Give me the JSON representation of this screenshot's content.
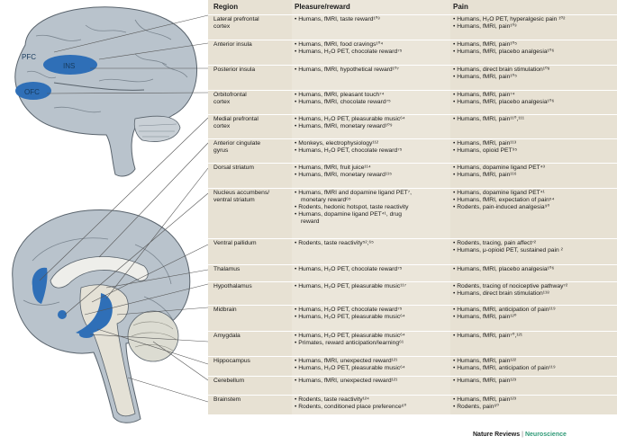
{
  "labels": {
    "pfc": "PFC",
    "ins": "INS",
    "ofc": "OFC"
  },
  "columns": [
    "Region",
    "Pleasure/reward",
    "Pain"
  ],
  "rows": [
    {
      "region": [
        "Lateral prefrontal",
        "cortex"
      ],
      "pleasure": [
        "Humans, fMRI, taste reward¹⁰³"
      ],
      "pain": [
        "Humans, H₂O PET, hyperalgesic pain ¹⁰²",
        "Humans, fMRI, pain¹⁰³"
      ]
    },
    {
      "region": [
        "Anterior insula"
      ],
      "pleasure": [
        "Humans, fMRI, food cravings¹⁰⁴",
        "Humans, H₂O PET, chocolate reward⁷⁵"
      ],
      "pain": [
        "Humans, fMRI, pain¹⁰⁵",
        "Humans, fMRI, placebo analgesia¹⁰⁶"
      ]
    },
    {
      "region": [
        "Posterior insula"
      ],
      "pleasure": [
        "Humans, fMRI, hypothetical reward¹⁰⁷"
      ],
      "pain": [
        "Humans, direct brain stimulation¹⁰⁸",
        "Humans, fMRI, pain¹⁰⁵"
      ]
    },
    {
      "region": [
        "Orbitofrontal",
        "cortex"
      ],
      "pleasure": [
        "Humans, fMRI, pleasant touch⁷⁴",
        "Humans, fMRI, chocolate reward⁷⁵"
      ],
      "pain": [
        "Humans, fMRI, pain⁷⁴",
        "Humans, fMRI, placebo analgesia¹⁰⁶"
      ]
    },
    {
      "region": [
        "Medial prefrontal",
        "cortex"
      ],
      "pleasure": [
        "Humans, H₂O PET, pleasurable music⁶⁴",
        "Humans, fMRI, monetary reward¹⁰⁹"
      ],
      "pain": [
        "Humans, fMRI, pain¹¹⁰,¹¹¹"
      ]
    },
    {
      "region": [
        "Anterior cingulate",
        "gyrus"
      ],
      "pleasure": [
        "Monkeys, electrophysiology¹¹²",
        "Humans, H₂O PET, chocolate reward⁷⁵"
      ],
      "pain": [
        "Humans, fMRI, pain¹¹³",
        "Humans, opioid PET⁹⁵"
      ]
    },
    {
      "region": [
        "Dorsal striatum"
      ],
      "pleasure": [
        "Humans, fMRI, fruit juice¹¹⁴",
        "Humans, fMRI, monetary reward¹¹⁵"
      ],
      "pain": [
        "Humans, dopamine ligand PET⁴³",
        "Humans, fMRI, pain¹¹⁶"
      ]
    },
    {
      "region": [
        "Nucleus accumbens/",
        "ventral striatum"
      ],
      "pleasure": [
        "Humans, fMRI and dopamine ligand PET⁷,",
        "  monetary reward⁶⁵",
        "Rodents, hedonic hotspot, taste reactivity",
        "Humans, dopamine ligand PET⁴¹, drug",
        "  reward"
      ],
      "pain": [
        "Humans, dopamine ligand PET⁴¹",
        "Humans, fMRI, expectation of pain⁵⁴",
        "Rodents, pain-induced analgesia⁹⁰"
      ]
    },
    {
      "region": [
        "Ventral pallidum"
      ],
      "pleasure": [
        "Rodents, taste reactivity⁵²,⁶⁵"
      ],
      "pain": [
        "Rodents, tracing, pain affect⁷²",
        "Humans, μ-opioid PET, sustained pain ²"
      ]
    },
    {
      "region": [
        "Thalamus"
      ],
      "pleasure": [
        "Humans, H₂O PET, chocolate reward⁷⁵"
      ],
      "pain": [
        "Humans, fMRI, placebo analgesia¹⁰⁶"
      ]
    },
    {
      "region": [
        "Hypothalamus"
      ],
      "pleasure": [
        "Humans, H₂O PET, pleasurable music¹¹⁷"
      ],
      "pain": [
        "Rodents, tracing of nociceptive pathway⁷²",
        "Humans, direct brain stimulation¹¹⁸"
      ]
    },
    {
      "region": [
        "Midbrain"
      ],
      "pleasure": [
        "Humans, H₂O PET, chocolate reward⁷⁵",
        "Humans, H₂O PET, pleasurable music⁶⁴"
      ],
      "pain": [
        "Humans, fMRI, anticipation of pain¹¹⁹",
        "Humans, fMRI, pain¹²⁰"
      ]
    },
    {
      "region": [
        "Amygdala"
      ],
      "pleasure": [
        "Humans, H₂O PET, pleasurable music⁶⁴",
        "Primates, reward anticipation/learning⁶¹"
      ],
      "pain": [
        "Humans, fMRI, pain⁷⁰,¹²¹"
      ]
    },
    {
      "region": [
        "Hippocampus"
      ],
      "pleasure": [
        "Humans, fMRI, unexpected reward¹²¹",
        "Humans, H₂O PET, pleasurable music⁶⁴"
      ],
      "pain": [
        "Humans, fMRI, pain¹²²",
        "Humans, fMRI, anticipation of pain¹¹⁹"
      ]
    },
    {
      "region": [
        "Cerebellum"
      ],
      "pleasure": [
        "Humans, fMRI, unexpected reward¹²¹"
      ],
      "pain": [
        "Humans, fMRI, pain¹²³"
      ]
    },
    {
      "region": [
        "Brainstem"
      ],
      "pleasure": [
        "Rodents, taste reactivity¹²⁴",
        "Rodents, conditioned place preference⁶⁰"
      ],
      "pain": [
        "Humans, fMRI, pain¹²³",
        "Rodents, pain⁶⁰"
      ]
    }
  ],
  "footer": {
    "journal": "Nature Reviews",
    "section": "Neuroscience"
  },
  "colors": {
    "brain_fill": "#b9c3cc",
    "brain_line": "#59636c",
    "highlight": "#2f6fb7",
    "row_shade": "#e7e1d3",
    "accent_green": "#2f9a77"
  }
}
